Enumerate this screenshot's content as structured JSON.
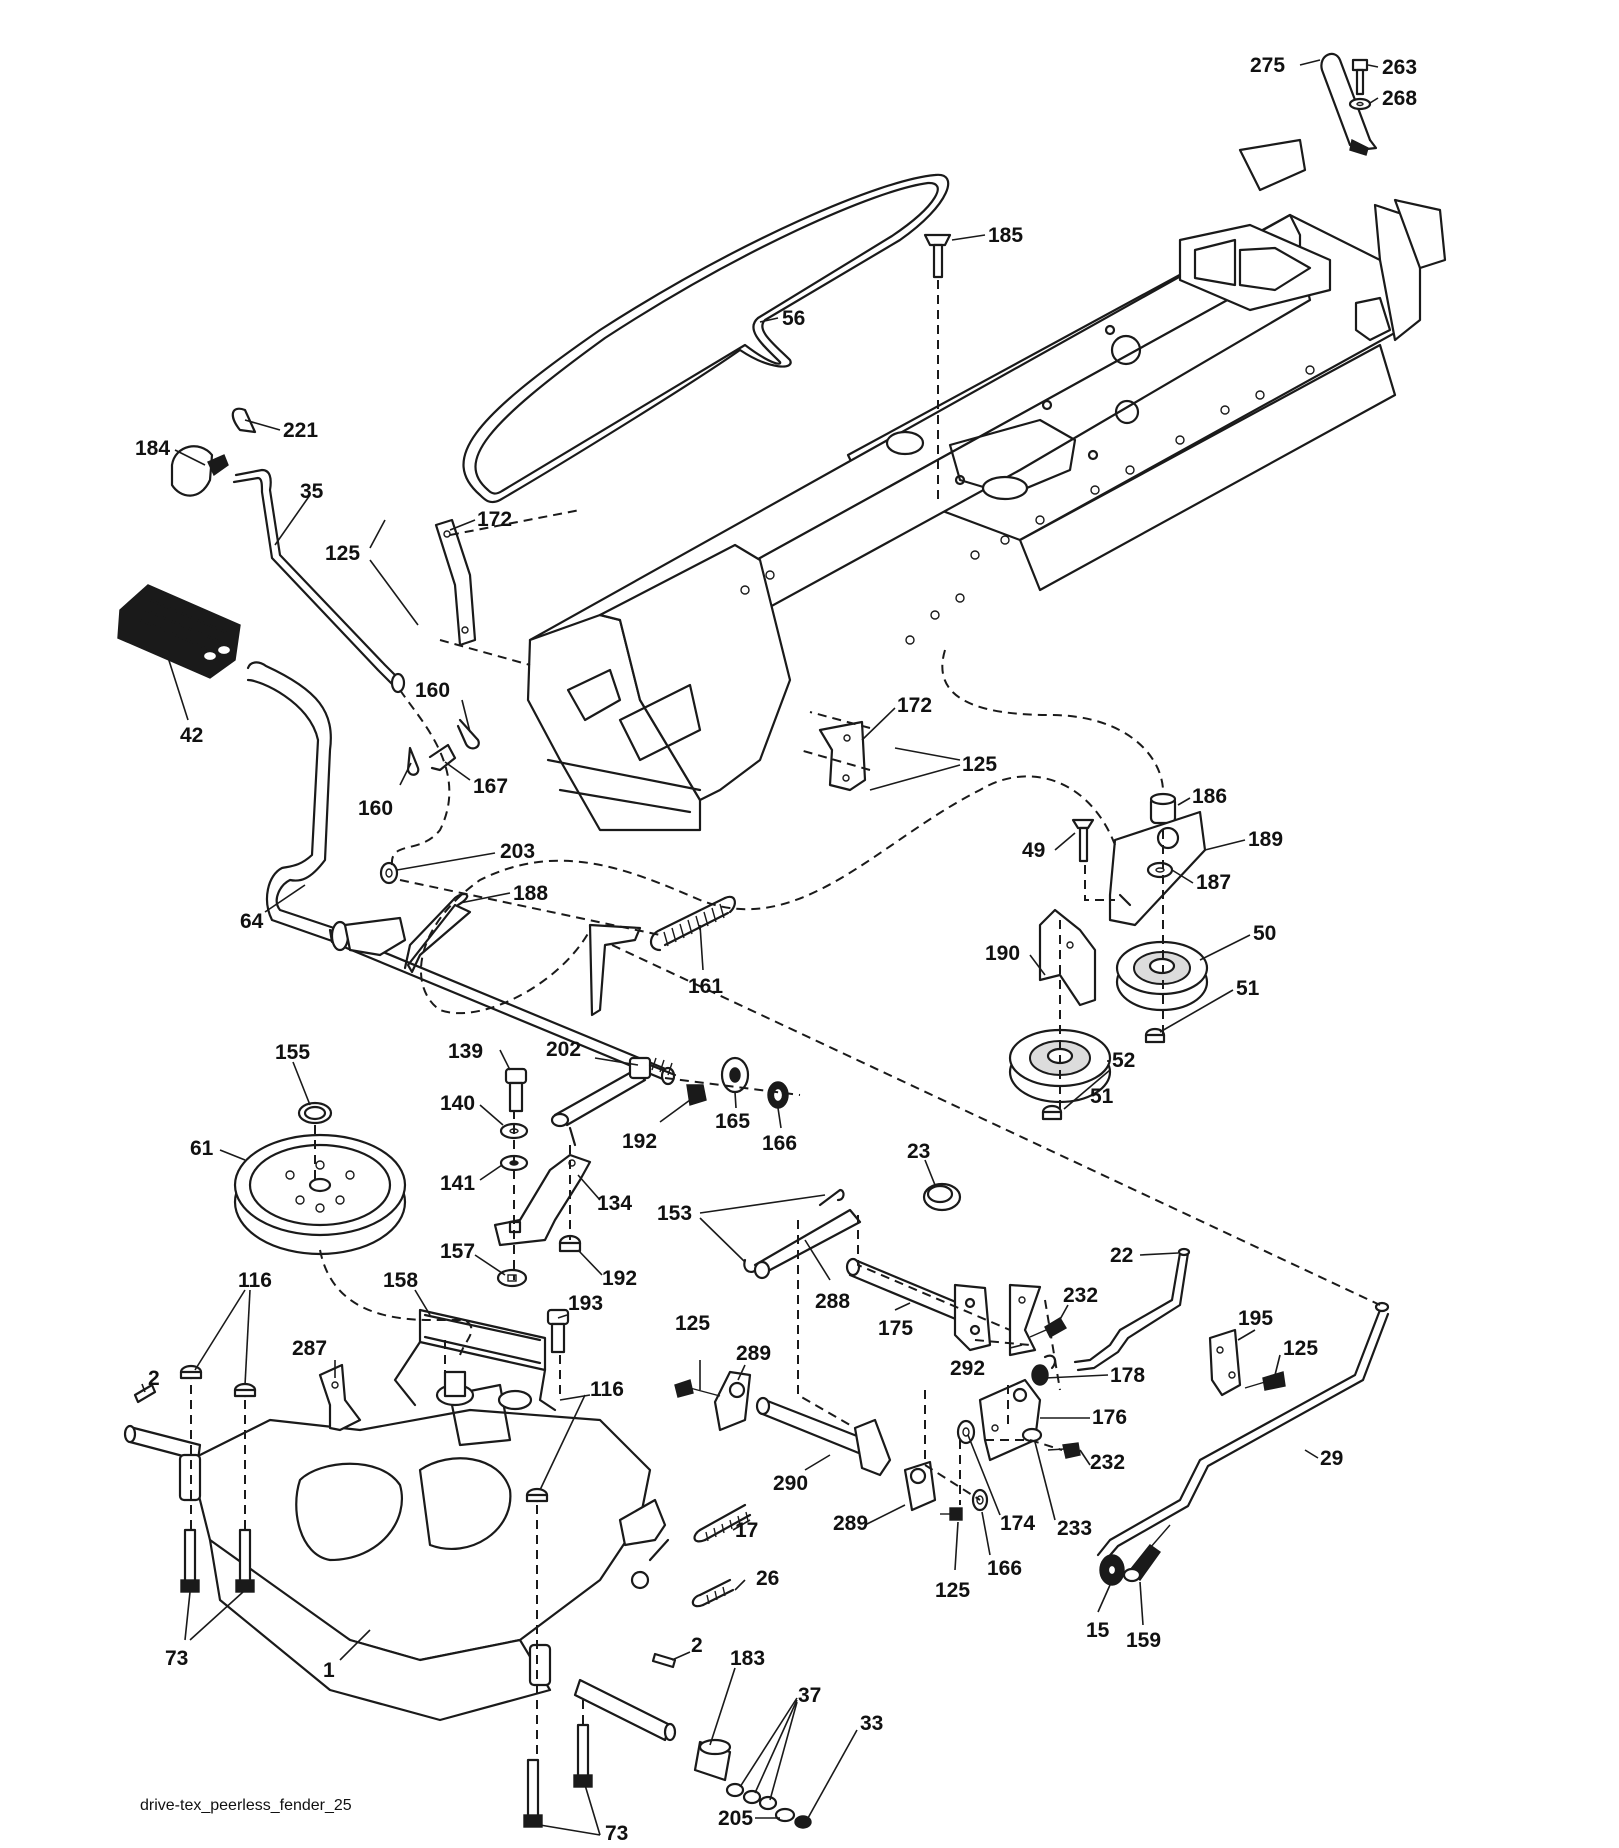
{
  "caption": "drive-tex_peerless_fender_25",
  "callouts": [
    {
      "id": "c275",
      "label": "275"
    },
    {
      "id": "c263",
      "label": "263"
    },
    {
      "id": "c268",
      "label": "268"
    },
    {
      "id": "c185",
      "label": "185"
    },
    {
      "id": "c56",
      "label": "56"
    },
    {
      "id": "c221",
      "label": "221"
    },
    {
      "id": "c184",
      "label": "184"
    },
    {
      "id": "c35",
      "label": "35"
    },
    {
      "id": "c172a",
      "label": "172"
    },
    {
      "id": "c125a",
      "label": "125"
    },
    {
      "id": "c42",
      "label": "42"
    },
    {
      "id": "c160a",
      "label": "160"
    },
    {
      "id": "c160b",
      "label": "160"
    },
    {
      "id": "c167",
      "label": "167"
    },
    {
      "id": "c172b",
      "label": "172"
    },
    {
      "id": "c125b",
      "label": "125"
    },
    {
      "id": "c186",
      "label": "186"
    },
    {
      "id": "c49",
      "label": "49"
    },
    {
      "id": "c189",
      "label": "189"
    },
    {
      "id": "c203",
      "label": "203"
    },
    {
      "id": "c187",
      "label": "187"
    },
    {
      "id": "c64",
      "label": "64"
    },
    {
      "id": "c188",
      "label": "188"
    },
    {
      "id": "c50",
      "label": "50"
    },
    {
      "id": "c190",
      "label": "190"
    },
    {
      "id": "c161",
      "label": "161"
    },
    {
      "id": "c51a",
      "label": "51"
    },
    {
      "id": "c155",
      "label": "155"
    },
    {
      "id": "c139",
      "label": "139"
    },
    {
      "id": "c202",
      "label": "202"
    },
    {
      "id": "c52",
      "label": "52"
    },
    {
      "id": "c51b",
      "label": "51"
    },
    {
      "id": "c140",
      "label": "140"
    },
    {
      "id": "c192a",
      "label": "192"
    },
    {
      "id": "c165",
      "label": "165"
    },
    {
      "id": "c166a",
      "label": "166"
    },
    {
      "id": "c61",
      "label": "61"
    },
    {
      "id": "c23",
      "label": "23"
    },
    {
      "id": "c141",
      "label": "141"
    },
    {
      "id": "c134",
      "label": "134"
    },
    {
      "id": "c153",
      "label": "153"
    },
    {
      "id": "c157",
      "label": "157"
    },
    {
      "id": "c192b",
      "label": "192"
    },
    {
      "id": "c22",
      "label": "22"
    },
    {
      "id": "c116a",
      "label": "116"
    },
    {
      "id": "c158",
      "label": "158"
    },
    {
      "id": "c288",
      "label": "288"
    },
    {
      "id": "c232a",
      "label": "232"
    },
    {
      "id": "c193",
      "label": "193"
    },
    {
      "id": "c175",
      "label": "175"
    },
    {
      "id": "c195",
      "label": "195"
    },
    {
      "id": "c125c",
      "label": "125"
    },
    {
      "id": "c287",
      "label": "287"
    },
    {
      "id": "c125d",
      "label": "125"
    },
    {
      "id": "c289a",
      "label": "289"
    },
    {
      "id": "c292",
      "label": "292"
    },
    {
      "id": "c178",
      "label": "178"
    },
    {
      "id": "c116b",
      "label": "116"
    },
    {
      "id": "c2a",
      "label": "2"
    },
    {
      "id": "c176",
      "label": "176"
    },
    {
      "id": "c29",
      "label": "29"
    },
    {
      "id": "c232b",
      "label": "232"
    },
    {
      "id": "c290",
      "label": "290"
    },
    {
      "id": "c174",
      "label": "174"
    },
    {
      "id": "c233",
      "label": "233"
    },
    {
      "id": "c289b",
      "label": "289"
    },
    {
      "id": "c17",
      "label": "17"
    },
    {
      "id": "c166b",
      "label": "166"
    },
    {
      "id": "c26",
      "label": "26"
    },
    {
      "id": "c125e",
      "label": "125"
    },
    {
      "id": "c15",
      "label": "15"
    },
    {
      "id": "c159",
      "label": "159"
    },
    {
      "id": "c73a",
      "label": "73"
    },
    {
      "id": "c1",
      "label": "1"
    },
    {
      "id": "c2b",
      "label": "2"
    },
    {
      "id": "c183",
      "label": "183"
    },
    {
      "id": "c37",
      "label": "37"
    },
    {
      "id": "c33",
      "label": "33"
    },
    {
      "id": "c73b",
      "label": "73"
    },
    {
      "id": "c205",
      "label": "205"
    }
  ]
}
